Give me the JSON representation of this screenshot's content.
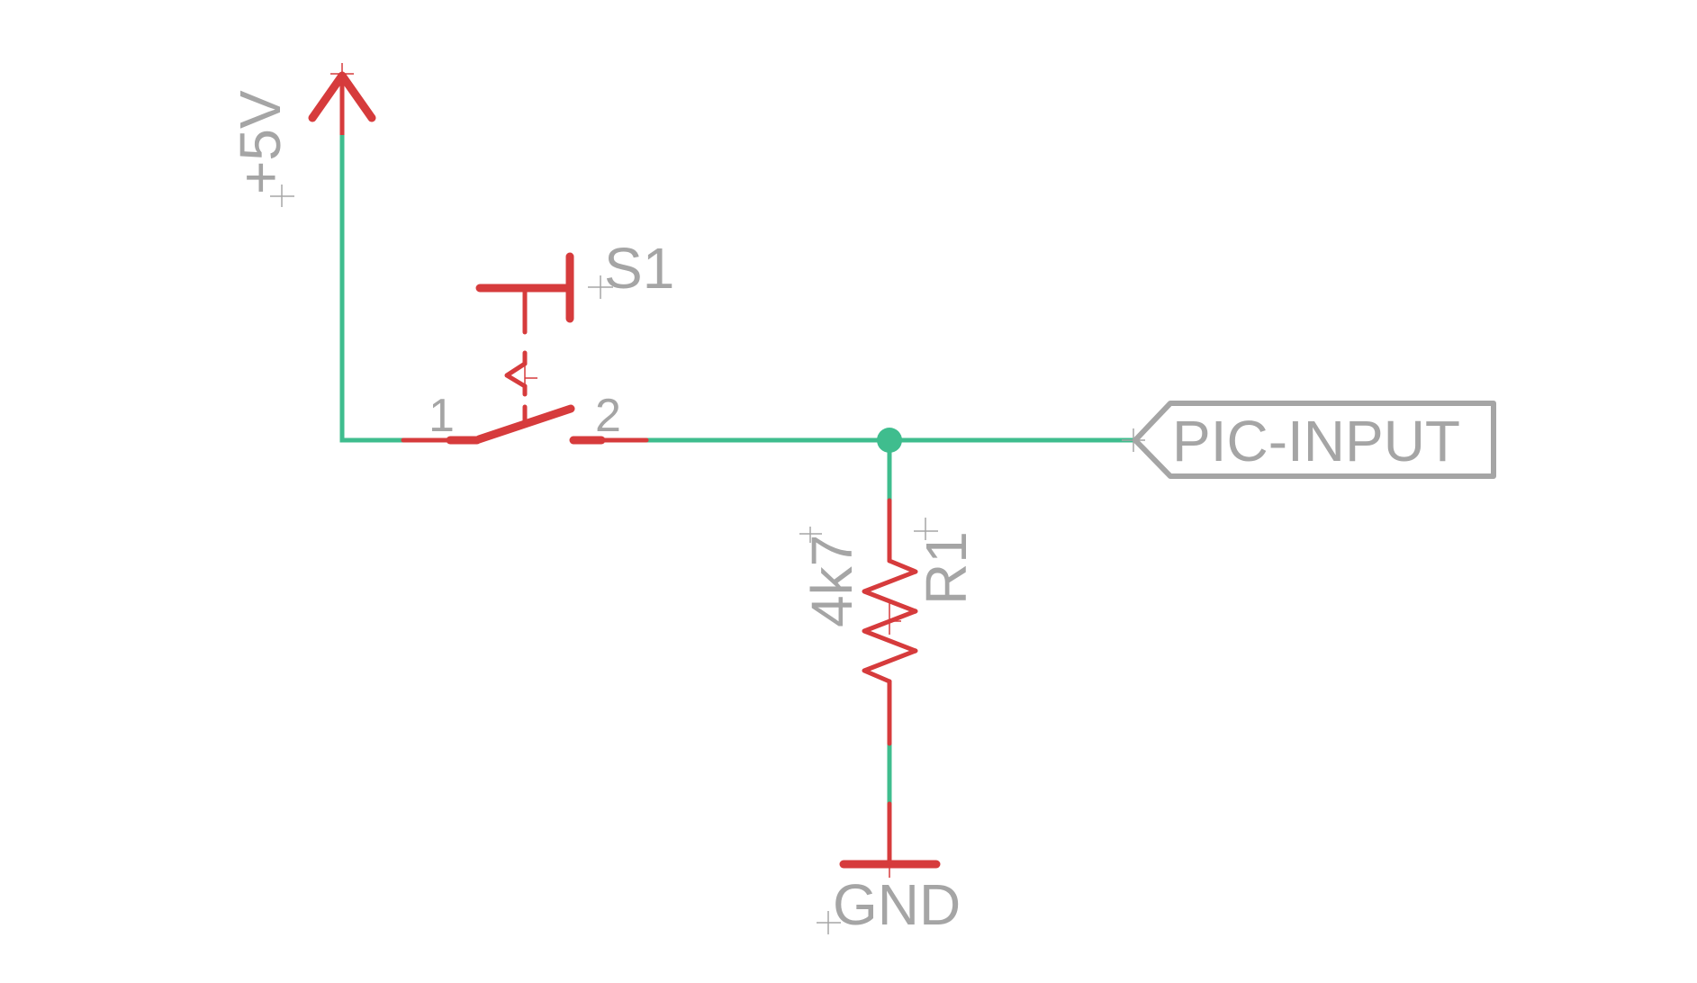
{
  "diagram": {
    "type": "electrical-schematic",
    "colors": {
      "wire": "#3fbd8e",
      "symbol": "#d63b3c",
      "label": "#a5a5a5",
      "background": "#ffffff"
    },
    "supply": {
      "name": "+5V"
    },
    "switch": {
      "name": "S1",
      "pin1": "1",
      "pin2": "2"
    },
    "resistor": {
      "name": "R1",
      "value": "4k7"
    },
    "ground": {
      "name": "GND"
    },
    "net_label": {
      "name": "PIC-INPUT"
    },
    "connections": [
      [
        "+5V",
        "S1.1"
      ],
      [
        "S1.2",
        "R1.1"
      ],
      [
        "S1.2",
        "PIC-INPUT"
      ],
      [
        "R1.2",
        "GND"
      ]
    ]
  }
}
